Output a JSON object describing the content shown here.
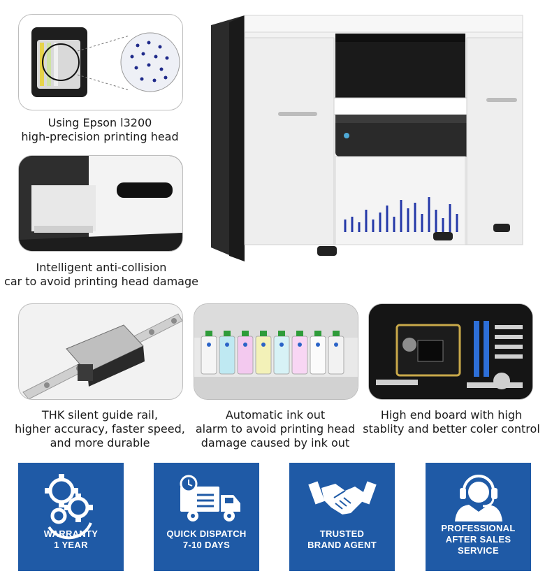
{
  "features": [
    {
      "lines": [
        "Using Epson l3200",
        "high-precision printing head"
      ]
    },
    {
      "lines": [
        "Intelligent anti-collision",
        "car to avoid printing head damage"
      ]
    },
    {
      "lines": [
        "THK silent guide rail,",
        "higher accuracy, faster speed,",
        "and more durable"
      ]
    },
    {
      "lines": [
        "Automatic ink out",
        "alarm to avoid printing head",
        "damage caused by ink out"
      ]
    },
    {
      "lines": [
        "High end board with high",
        "stablity and better coler control"
      ]
    }
  ],
  "services": [
    {
      "icon": "gears-icon",
      "lines": [
        "WARRANTY",
        "1 YEAR"
      ]
    },
    {
      "icon": "delivery-truck-icon",
      "lines": [
        "QUICK DISPATCH",
        "7-10 DAYS"
      ]
    },
    {
      "icon": "handshake-icon",
      "lines": [
        "TRUSTED",
        "BRAND AGENT"
      ]
    },
    {
      "icon": "headset-agent-icon",
      "lines": [
        "PROFESSIONAL",
        "AFTER SALES",
        "SERVICE"
      ]
    }
  ],
  "colors": {
    "brand_blue": "#1f5aa6",
    "printer_white": "#f2f2f2",
    "printer_dark": "#2b2b2b"
  }
}
